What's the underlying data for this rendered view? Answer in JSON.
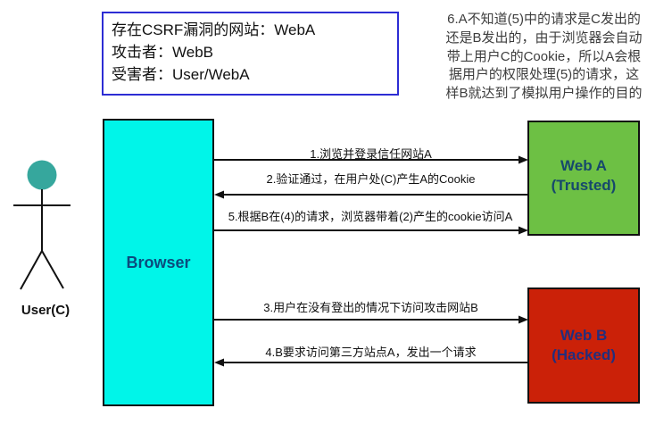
{
  "legend": {
    "lines": [
      "存在CSRF漏洞的网站：WebA",
      "攻击者：WebB",
      "受害者：User/WebA"
    ],
    "border_color": "#2d2dd4"
  },
  "note": {
    "lines": [
      "6.A不知道(5)中的请求是C发出的",
      "还是B发出的，由于浏览器会自动",
      "带上用户C的Cookie，所以A会根",
      "据用户的权限处理(5)的请求，这",
      "样B就达到了模拟用户操作的目的"
    ],
    "text_color": "#3d3d3d"
  },
  "actors": {
    "user": {
      "label": "User(C)",
      "head_color": "#36a79d"
    },
    "browser": {
      "label": "Browser",
      "fill": "#00f5e9",
      "text_color": "#0b4b7d"
    },
    "web_a": {
      "label": "Web A",
      "sublabel": "(Trusted)",
      "fill": "#6dc044",
      "text_color": "#16486c"
    },
    "web_b": {
      "label": "Web B",
      "sublabel": "(Hacked)",
      "fill": "#cb2108",
      "text_color": "#232e7d"
    }
  },
  "messages": [
    {
      "step": 1,
      "label": "1.浏览并登录信任网站A",
      "from": "Browser",
      "to": "Web A",
      "direction": "right"
    },
    {
      "step": 2,
      "label": "2.验证通过，在用户处(C)产生A的Cookie",
      "from": "Web A",
      "to": "Browser",
      "direction": "left"
    },
    {
      "step": 5,
      "label": "5.根据B在(4)的请求，浏览器带着(2)产生的cookie访问A",
      "from": "Browser",
      "to": "Web A",
      "direction": "right"
    },
    {
      "step": 3,
      "label": "3.用户在没有登出的情况下访问攻击网站B",
      "from": "Browser",
      "to": "Web B",
      "direction": "right"
    },
    {
      "step": 4,
      "label": "4.B要求访问第三方站点A，发出一个请求",
      "from": "Web B",
      "to": "Browser",
      "direction": "left"
    }
  ]
}
